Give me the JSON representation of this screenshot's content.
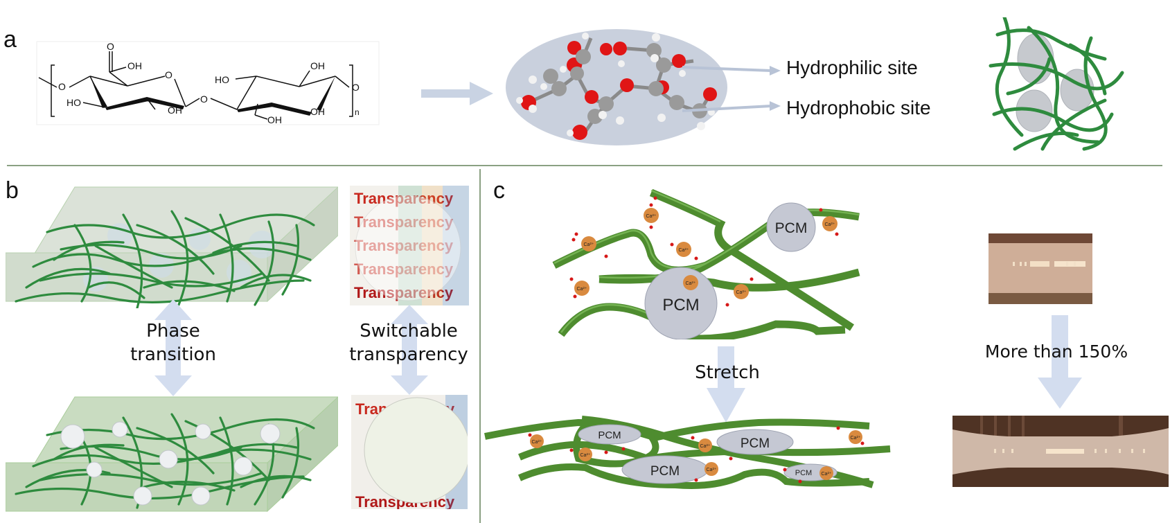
{
  "panels": {
    "a": {
      "label": "a",
      "structure": {
        "groups": [
          "OH",
          "HO",
          "OH",
          "O",
          "O",
          "O",
          "HO",
          "OH",
          "OH",
          "OH",
          "O"
        ],
        "carbonyl_o": "O",
        "repeat_subscript": "n"
      },
      "sites": [
        {
          "label": "Hydrophilic site"
        },
        {
          "label": "Hydrophobic site"
        }
      ]
    },
    "b": {
      "label": "b",
      "phase_caption": [
        "Phase",
        "transition"
      ],
      "transparency_caption": [
        "Switchable",
        "transparency"
      ],
      "photo_word": "Transparency"
    },
    "c": {
      "label": "c",
      "pcm_label": "PCM",
      "ion_label": "Ca²⁺",
      "stretch_label": "Stretch",
      "elongation_label": "More than 150%"
    }
  },
  "colors": {
    "fiber_green": "#2e8b3e",
    "fiber_green_dark": "#1e6b2c",
    "arrow_blue": "#d3ddef",
    "divider": "#8aa082",
    "oxygen_red": "#e01515",
    "carbon_grey": "#9a9a9a",
    "ion_orange": "#d98a3f",
    "box_green": "#dbe8d4"
  }
}
